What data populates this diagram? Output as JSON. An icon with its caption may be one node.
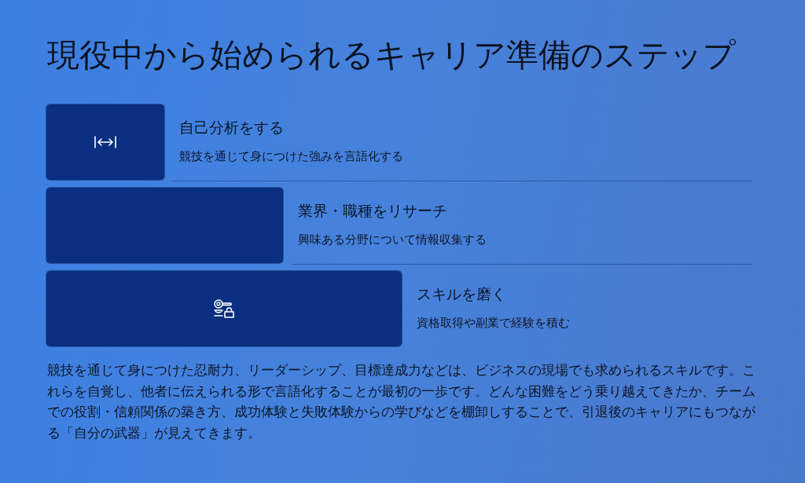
{
  "diagram": {
    "title": "現役中から始められるキャリア準備のステップ",
    "nodes": [
      {
        "text": [
          "自己分析をする",
          "競技を通じて身につけた強みを言語化する"
        ]
      },
      {
        "text": [
          "業界・職種をリサーチ",
          "興味ある分野について情報収集する"
        ]
      },
      {
        "text": [
          "スキルを磨く",
          "資格取得や副業で経験を積む"
        ]
      }
    ],
    "labels": [
      "競技を通じて身につけた忍耐力、リーダーシップ、目標達成力などは、ビジネスの現場でも求められるスキルです。これらを自覚し、他者に伝えられる形で言語化することが最初の一歩です。どんな困難をどう乗り越えてきたか、チームでの役割・信頼関係の築き方、成功体験と失敗体験からの学びなどを棚卸しすることで、引退後のキャリアにもつながる「自分の武器」が見えてきます。"
    ]
  }
}
